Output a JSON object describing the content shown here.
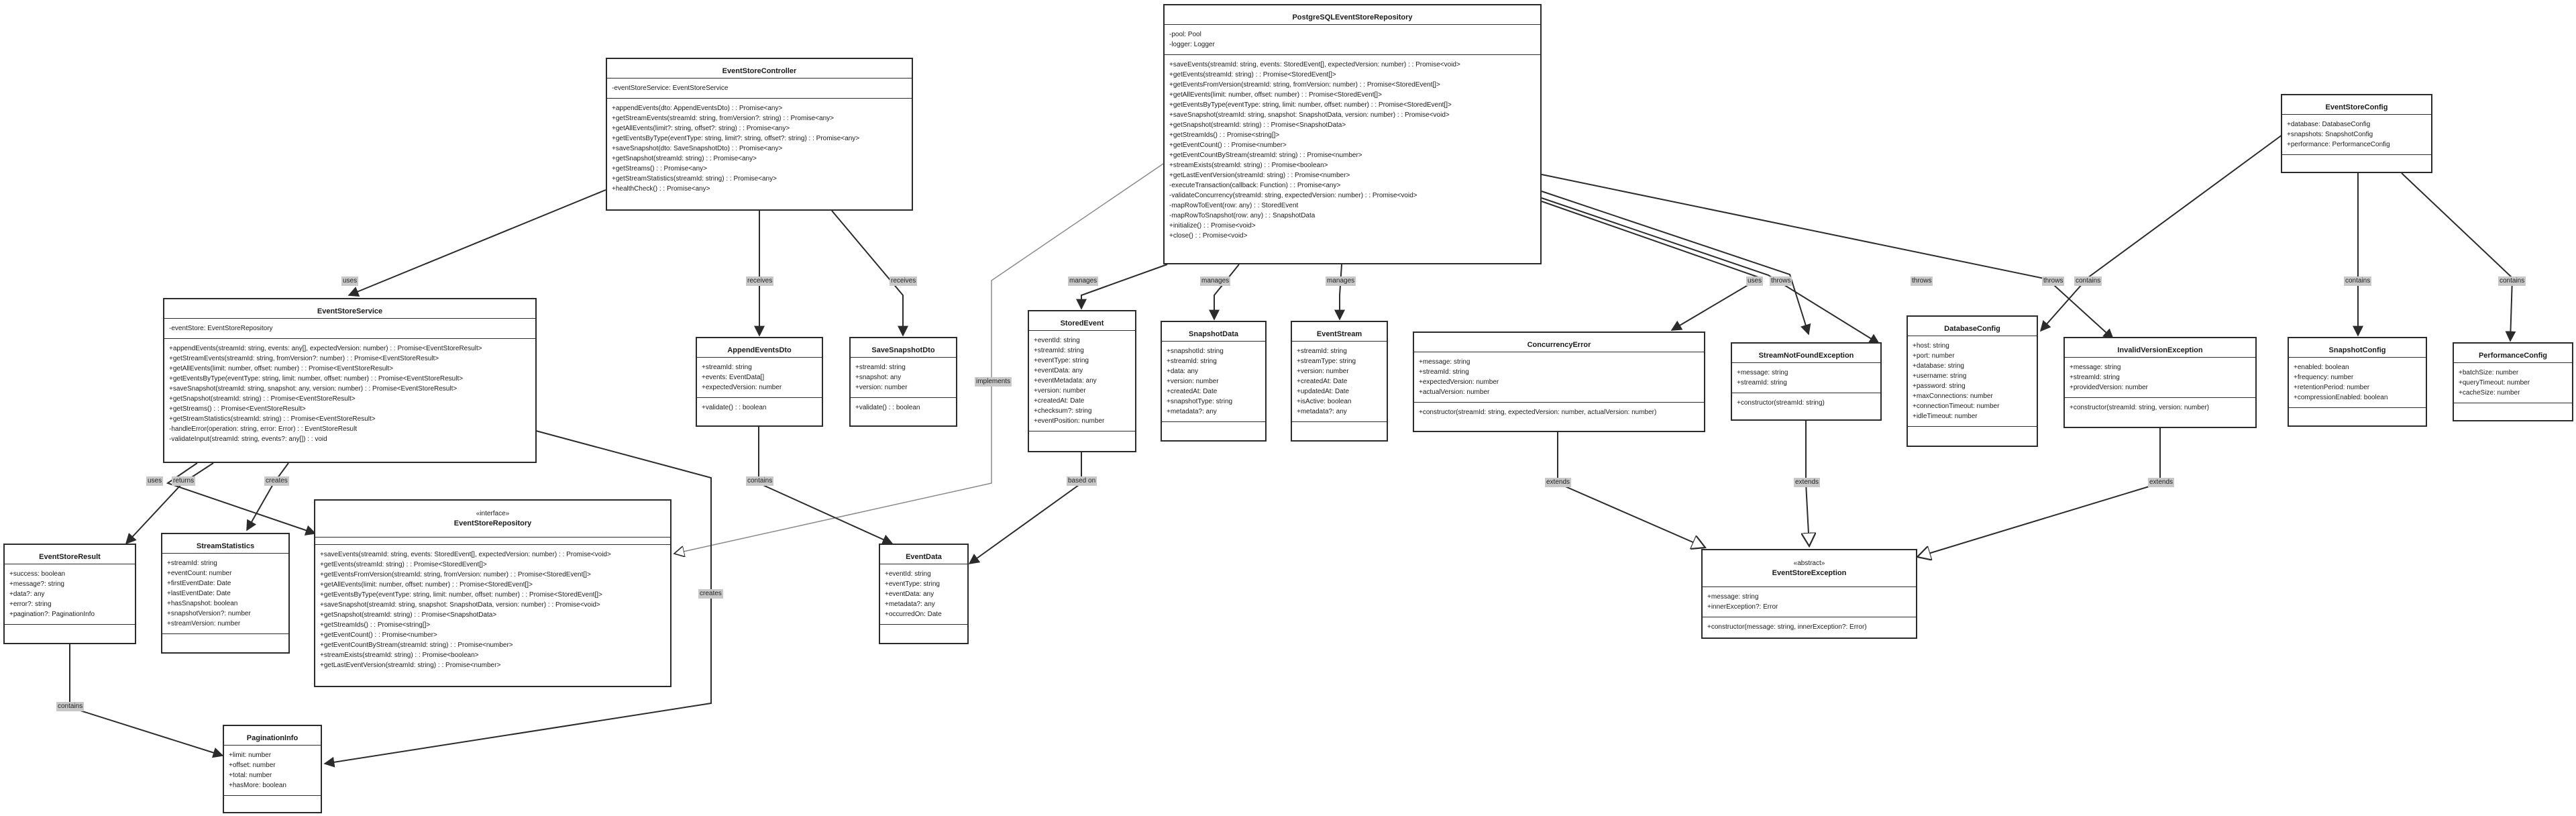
{
  "classes": {
    "EventStoreController": {
      "title": "EventStoreController",
      "fields": [
        "-eventStoreService: EventStoreService"
      ],
      "methods": [
        "+appendEvents(dto: AppendEventsDto) : : Promise<any>",
        "+getStreamEvents(streamId: string, fromVersion?: string) : : Promise<any>",
        "+getAllEvents(limit?: string, offset?: string) : : Promise<any>",
        "+getEventsByType(eventType: string, limit?: string, offset?: string) : : Promise<any>",
        "+saveSnapshot(dto: SaveSnapshotDto) : : Promise<any>",
        "+getSnapshot(streamId: string) : : Promise<any>",
        "+getStreams() : : Promise<any>",
        "+getStreamStatistics(streamId: string) : : Promise<any>",
        "+healthCheck() : : Promise<any>"
      ]
    },
    "PostgreSQLEventStoreRepository": {
      "title": "PostgreSQLEventStoreRepository",
      "fields": [
        "-pool: Pool",
        "-logger: Logger"
      ],
      "methods": [
        "+saveEvents(streamId: string, events: StoredEvent[], expectedVersion: number) : : Promise<void>",
        "+getEvents(streamId: string) : : Promise<StoredEvent[]>",
        "+getEventsFromVersion(streamId: string, fromVersion: number) : : Promise<StoredEvent[]>",
        "+getAllEvents(limit: number, offset: number) : : Promise<StoredEvent[]>",
        "+getEventsByType(eventType: string, limit: number, offset: number) : : Promise<StoredEvent[]>",
        "+saveSnapshot(streamId: string, snapshot: SnapshotData, version: number) : : Promise<void>",
        "+getSnapshot(streamId: string) : : Promise<SnapshotData>",
        "+getStreamIds() : : Promise<string[]>",
        "+getEventCount() : : Promise<number>",
        "+getEventCountByStream(streamId: string) : : Promise<number>",
        "+streamExists(streamId: string) : : Promise<boolean>",
        "+getLastEventVersion(streamId: string) : : Promise<number>",
        "-executeTransaction(callback: Function) : : Promise<any>",
        "-validateConcurrency(streamId: string, expectedVersion: number) : : Promise<void>",
        "-mapRowToEvent(row: any) : : StoredEvent",
        "-mapRowToSnapshot(row: any) : : SnapshotData",
        "+initialize() : : Promise<void>",
        "+close() : : Promise<void>"
      ]
    },
    "EventStoreConfig": {
      "title": "EventStoreConfig",
      "fields": [
        "+database: DatabaseConfig",
        "+snapshots: SnapshotConfig",
        "+performance: PerformanceConfig"
      ],
      "methods": []
    },
    "EventStoreService": {
      "title": "EventStoreService",
      "fields": [
        "-eventStore: EventStoreRepository"
      ],
      "methods": [
        "+appendEvents(streamId: string, events: any[], expectedVersion: number) : : Promise<EventStoreResult>",
        "+getStreamEvents(streamId: string, fromVersion?: number) : : Promise<EventStoreResult>",
        "+getAllEvents(limit: number, offset: number) : : Promise<EventStoreResult>",
        "+getEventsByType(eventType: string, limit: number, offset: number) : : Promise<EventStoreResult>",
        "+saveSnapshot(streamId: string, snapshot: any, version: number) : : Promise<EventStoreResult>",
        "+getSnapshot(streamId: string) : : Promise<EventStoreResult>",
        "+getStreams() : : Promise<EventStoreResult>",
        "+getStreamStatistics(streamId: string) : : Promise<EventStoreResult>",
        "-handleError(operation: string, error: Error) : : EventStoreResult",
        "-validateInput(streamId: string, events?: any[]) : : void"
      ]
    },
    "AppendEventsDto": {
      "title": "AppendEventsDto",
      "fields": [
        "+streamId: string",
        "+events: EventData[]",
        "+expectedVersion: number"
      ],
      "methods": [
        "+validate() : : boolean"
      ]
    },
    "SaveSnapshotDto": {
      "title": "SaveSnapshotDto",
      "fields": [
        "+streamId: string",
        "+snapshot: any",
        "+version: number"
      ],
      "methods": [
        "+validate() : : boolean"
      ]
    },
    "StoredEvent": {
      "title": "StoredEvent",
      "fields": [
        "+eventId: string",
        "+streamId: string",
        "+eventType: string",
        "+eventData: any",
        "+eventMetadata: any",
        "+version: number",
        "+createdAt: Date",
        "+checksum?: string",
        "+eventPosition: number"
      ],
      "methods": []
    },
    "SnapshotData": {
      "title": "SnapshotData",
      "fields": [
        "+snapshotId: string",
        "+streamId: string",
        "+data: any",
        "+version: number",
        "+createdAt: Date",
        "+snapshotType: string",
        "+metadata?: any"
      ],
      "methods": []
    },
    "EventStream": {
      "title": "EventStream",
      "fields": [
        "+streamId: string",
        "+streamType: string",
        "+version: number",
        "+createdAt: Date",
        "+updatedAt: Date",
        "+isActive: boolean",
        "+metadata?: any"
      ],
      "methods": []
    },
    "ConcurrencyError": {
      "title": "ConcurrencyError",
      "fields": [
        "+message: string",
        "+streamId: string",
        "+expectedVersion: number",
        "+actualVersion: number"
      ],
      "methods": [
        "+constructor(streamId: string, expectedVersion: number, actualVersion: number)"
      ]
    },
    "StreamNotFoundException": {
      "title": "StreamNotFoundException",
      "fields": [
        "+message: string",
        "+streamId: string"
      ],
      "methods": [
        "+constructor(streamId: string)"
      ]
    },
    "DatabaseConfig": {
      "title": "DatabaseConfig",
      "fields": [
        "+host: string",
        "+port: number",
        "+database: string",
        "+username: string",
        "+password: string",
        "+maxConnections: number",
        "+connectionTimeout: number",
        "+idleTimeout: number"
      ],
      "methods": []
    },
    "InvalidVersionException": {
      "title": "InvalidVersionException",
      "fields": [
        "+message: string",
        "+streamId: string",
        "+providedVersion: number"
      ],
      "methods": [
        "+constructor(streamId: string, version: number)"
      ]
    },
    "SnapshotConfig": {
      "title": "SnapshotConfig",
      "fields": [
        "+enabled: boolean",
        "+frequency: number",
        "+retentionPeriod: number",
        "+compressionEnabled: boolean"
      ],
      "methods": []
    },
    "PerformanceConfig": {
      "title": "PerformanceConfig",
      "fields": [
        "+batchSize: number",
        "+queryTimeout: number",
        "+cacheSize: number"
      ],
      "methods": []
    },
    "EventStoreResult": {
      "title": "EventStoreResult",
      "fields": [
        "+success: boolean",
        "+message?: string",
        "+data?: any",
        "+error?: string",
        "+pagination?: PaginationInfo"
      ],
      "methods": []
    },
    "StreamStatistics": {
      "title": "StreamStatistics",
      "fields": [
        "+streamId: string",
        "+eventCount: number",
        "+firstEventDate: Date",
        "+lastEventDate: Date",
        "+hasSnapshot: boolean",
        "+snapshotVersion?: number",
        "+streamVersion: number"
      ],
      "methods": []
    },
    "EventStoreRepository": {
      "stereotype": "«interface»",
      "title": "EventStoreRepository",
      "fields": [],
      "methods": [
        "+saveEvents(streamId: string, events: StoredEvent[], expectedVersion: number) : : Promise<void>",
        "+getEvents(streamId: string) : : Promise<StoredEvent[]>",
        "+getEventsFromVersion(streamId: string, fromVersion: number) : : Promise<StoredEvent[]>",
        "+getAllEvents(limit: number, offset: number) : : Promise<StoredEvent[]>",
        "+getEventsByType(eventType: string, limit: number, offset: number) : : Promise<StoredEvent[]>",
        "+saveSnapshot(streamId: string, snapshot: SnapshotData, version: number) : : Promise<void>",
        "+getSnapshot(streamId: string) : : Promise<SnapshotData>",
        "+getStreamIds() : : Promise<string[]>",
        "+getEventCount() : : Promise<number>",
        "+getEventCountByStream(streamId: string) : : Promise<number>",
        "+streamExists(streamId: string) : : Promise<boolean>",
        "+getLastEventVersion(streamId: string) : : Promise<number>"
      ]
    },
    "EventData": {
      "title": "EventData",
      "fields": [
        "+eventId: string",
        "+eventType: string",
        "+eventData: any",
        "+metadata?: any",
        "+occurredOn: Date"
      ],
      "methods": []
    },
    "EventStoreException": {
      "stereotype": "«abstract»",
      "title": "EventStoreException",
      "fields": [
        "+message: string",
        "+innerException?: Error"
      ],
      "methods": [
        "+constructor(message: string, innerException?: Error)"
      ]
    },
    "PaginationInfo": {
      "title": "PaginationInfo",
      "fields": [
        "+limit: number",
        "+offset: number",
        "+total: number",
        "+hasMore: boolean"
      ],
      "methods": []
    }
  },
  "relations": {
    "uses_controller_service": "uses",
    "receives_append": "receives",
    "receives_snapshot": "receives",
    "implements": "implements",
    "manages_stored": "manages",
    "manages_snapshot": "manages",
    "manages_stream": "manages",
    "uses_repo_config": "uses",
    "throws_concurrency": "throws",
    "throws_notfound": "throws",
    "throws_invalid": "throws",
    "contains_db": "contains",
    "contains_snap": "contains",
    "contains_perf": "contains",
    "returns": "returns",
    "uses_service_repo": "uses",
    "creates_stats": "creates",
    "creates_pagination": "creates",
    "contains_eventdata": "contains",
    "based_on": "based on",
    "contains_result_pagination": "contains",
    "extends_concurrency": "extends",
    "extends_notfound": "extends",
    "extends_invalid": "extends"
  }
}
